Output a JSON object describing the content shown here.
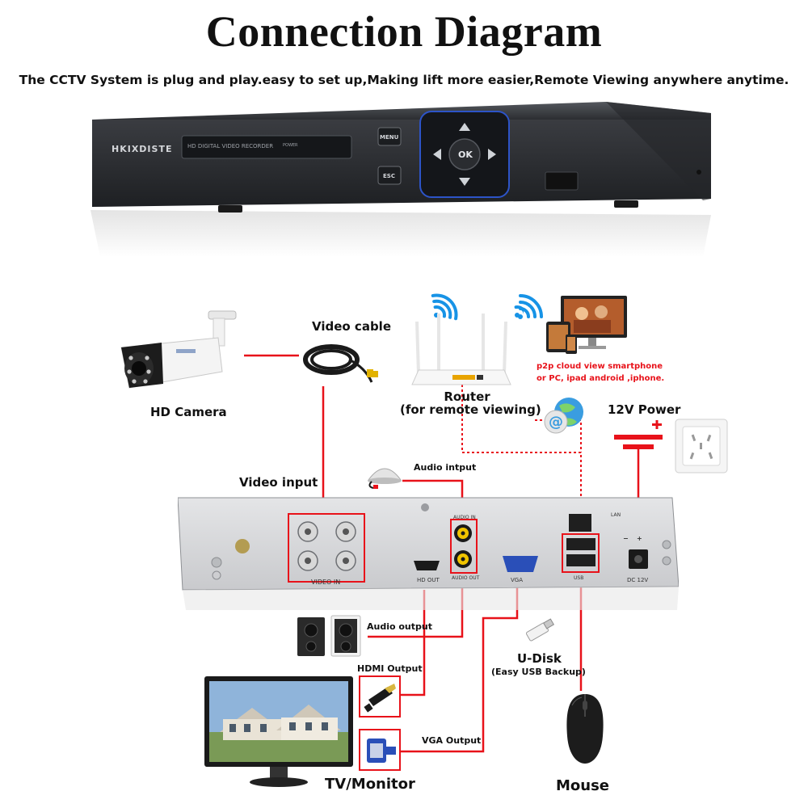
{
  "title": "Connection Diagram",
  "subtitle": "The CCTV System is plug and play.easy to set up,Making lift more easier,Remote Viewing anywhere anytime.",
  "dvr": {
    "brand": "HKIXDISTE",
    "display_text": "HD DIGITAL VIDEO RECORDER",
    "power_text": "POWER",
    "menu_label": "MENU",
    "esc_label": "ESC",
    "ok_label": "OK"
  },
  "labels": {
    "hd_camera": "HD Camera",
    "video_cable": "Video cable",
    "router": "Router",
    "router_note": "(for remote viewing)",
    "p2p_line1": "p2p cloud  view smartphone",
    "p2p_line2": "or PC, ipad android ,iphone.",
    "power_12v": "12V Power",
    "video_input": "Video input",
    "audio_input": "Audio intput",
    "audio_output": "Audio output",
    "hdmi_output": "HDMI Output",
    "vga_output": "VGA Output",
    "u_disk": "U-Disk",
    "u_disk_note": "(Easy USB Backup)",
    "tv_monitor": "TV/Monitor",
    "mouse": "Mouse"
  },
  "rear_panel": {
    "video_in": "VIDEO IN",
    "audio_in": "AUDIO IN",
    "audio_out": "AUDIO OUT",
    "hd_out": "HD OUT",
    "vga": "VGA",
    "lan": "LAN",
    "usb": "USB",
    "dc12v": "DC 12V",
    "plus": "+",
    "minus": "−"
  },
  "colors": {
    "wire": "#e8121a",
    "dvr_body": "#2a2c30",
    "panel": "#d9dadc"
  }
}
